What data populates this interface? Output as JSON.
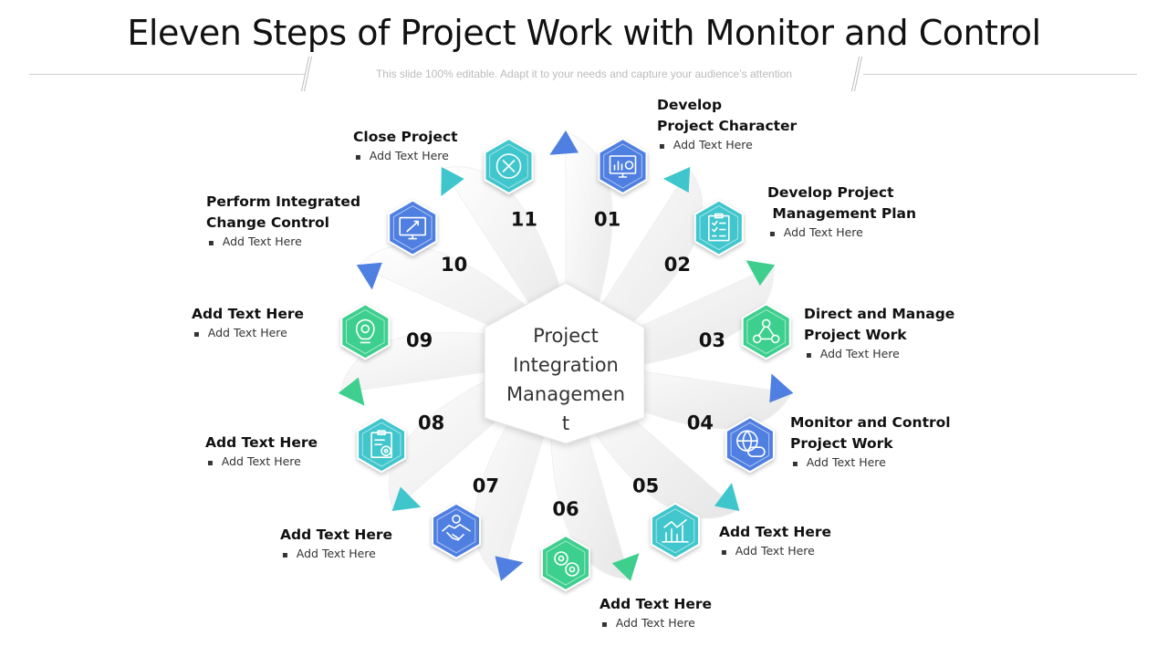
{
  "title": "Eleven Steps of Project Work with Monitor and Control",
  "subtitle": "This slide 100% editable. Adapt it to your needs and capture your audience’s attention",
  "center": {
    "line1": "Project",
    "line2": "Integration",
    "line3": "Managemen",
    "line4": "t"
  },
  "steps": [
    {
      "number": "01",
      "heading": "Develop\nProject Character",
      "text": "Add Text Here",
      "icon": "chart-monitor-icon",
      "color": "#4f7fe0"
    },
    {
      "number": "02",
      "heading": "Develop Project\n Management Plan",
      "text": "Add Text Here",
      "icon": "checklist-icon",
      "color": "#3fc6cc"
    },
    {
      "number": "03",
      "heading": "Direct and Manage\nProject Work",
      "text": "Add Text Here",
      "icon": "team-network-icon",
      "color": "#3ecf8e"
    },
    {
      "number": "04",
      "heading": "Monitor and Control\nProject Work",
      "text": "Add Text Here",
      "icon": "globe-gamepad-icon",
      "color": "#4f7fe0"
    },
    {
      "number": "05",
      "heading": "Add Text Here",
      "text": "Add Text Here",
      "icon": "bar-chart-icon",
      "color": "#3fc6cc"
    },
    {
      "number": "06",
      "heading": "Add Text Here",
      "text": "Add Text Here",
      "icon": "gears-icon",
      "color": "#3ecf8e"
    },
    {
      "number": "07",
      "heading": "Add Text Here",
      "text": "Add Text Here",
      "icon": "handshake-icon",
      "color": "#4f7fe0"
    },
    {
      "number": "08",
      "heading": "Add Text Here",
      "text": "Add Text Here",
      "icon": "clipboard-gear-icon",
      "color": "#3fc6cc"
    },
    {
      "number": "09",
      "heading": "Add Text Here",
      "text": "Add Text Here",
      "icon": "lightbulb-gear-icon",
      "color": "#3ecf8e"
    },
    {
      "number": "10",
      "heading": "Perform Integrated\nChange Control",
      "text": "Add Text Here",
      "icon": "rocket-monitor-icon",
      "color": "#4f7fe0"
    },
    {
      "number": "11",
      "heading": "Close Project",
      "text": "Add Text Here",
      "icon": "close-circle-icon",
      "color": "#3fc6cc"
    }
  ]
}
